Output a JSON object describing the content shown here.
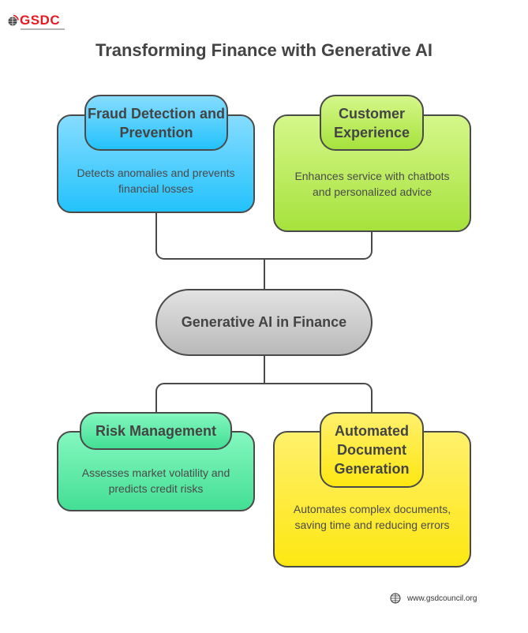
{
  "brand": {
    "logo_text": "GSDC",
    "logo_color": "#e31b23"
  },
  "title": "Transforming Finance with Generative AI",
  "center": {
    "label": "Generative AI in Finance",
    "color": "#cfcfcf"
  },
  "nodes": [
    {
      "id": "fraud",
      "title": "Fraud Detection and Prevention",
      "description": "Detects anomalies and prevents financial losses",
      "color": "#23c2fb",
      "position": "top-left"
    },
    {
      "id": "customer",
      "title": "Customer Experience",
      "description": "Enhances service with chatbots and personalized advice",
      "color": "#a6e23c",
      "position": "top-right"
    },
    {
      "id": "risk",
      "title": "Risk Management",
      "description": "Assesses market volatility and predicts credit risks",
      "color": "#43df94",
      "position": "bottom-left"
    },
    {
      "id": "documents",
      "title": "Automated Document Generation",
      "description": "Automates complex documents, saving time and reducing errors",
      "color": "#fde712",
      "position": "bottom-right"
    }
  ],
  "footer": {
    "icon": "globe-icon",
    "url_text": "www.gsdcouncil.org"
  }
}
